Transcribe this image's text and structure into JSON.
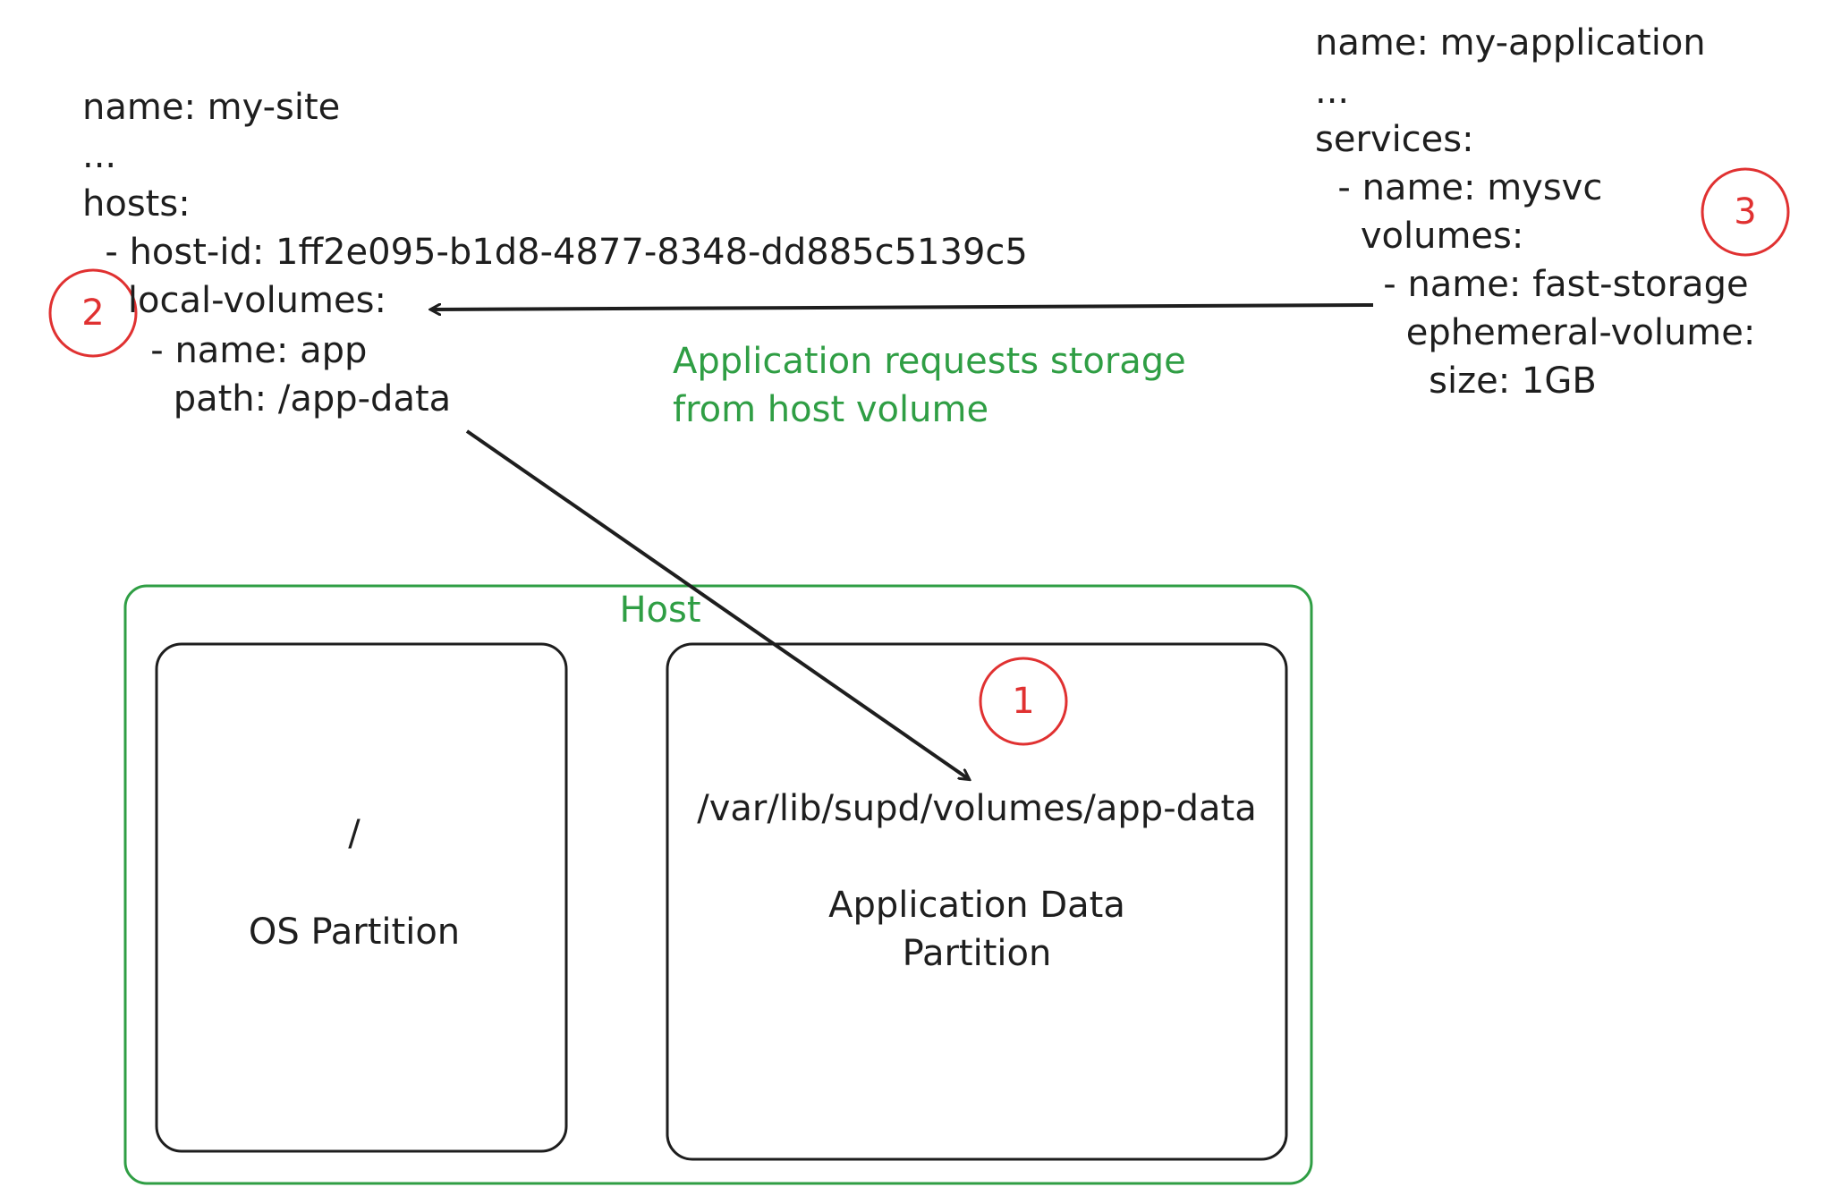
{
  "site_config": {
    "lines": [
      "name: my-site",
      "...",
      "hosts:",
      "  - host-id: 1ff2e095-b1d8-4877-8348-dd885c5139c5",
      "    local-volumes:",
      "      - name: app",
      "        path: /app-data"
    ]
  },
  "app_config": {
    "lines": [
      "name: my-application",
      "...",
      "services:",
      "  - name: mysvc",
      "    volumes:",
      "      - name: fast-storage",
      "        ephemeral-volume:",
      "          size: 1GB"
    ]
  },
  "annotation": {
    "line1": "Application requests storage",
    "line2": "from host volume"
  },
  "host": {
    "label": "Host",
    "os_partition": {
      "path": "/",
      "label": "OS Partition"
    },
    "app_partition": {
      "path": "/var/lib/supd/volumes/app-data",
      "label_line1": "Application Data",
      "label_line2": "Partition"
    }
  },
  "badges": {
    "one": "1",
    "two": "2",
    "three": "3"
  },
  "colors": {
    "green": "#2f9e44",
    "red": "#e03131",
    "ink": "#1e1e1e"
  }
}
